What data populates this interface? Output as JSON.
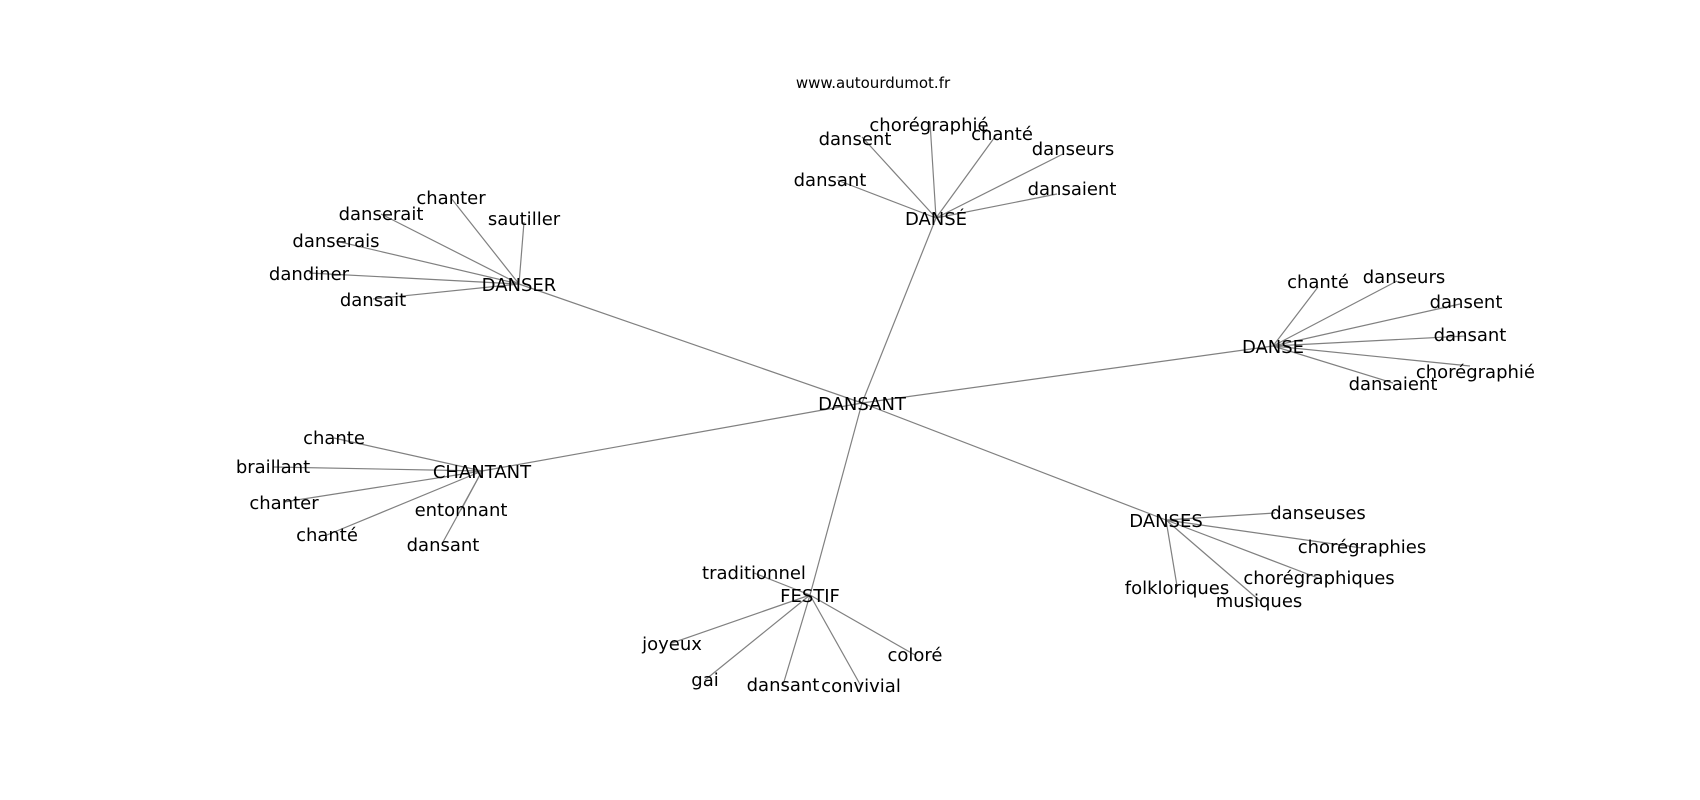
{
  "source": "www.autourdumot.fr",
  "edge_color": "#808080",
  "text_color": "#000000",
  "center": "DANSANT",
  "clusters": [
    {
      "hub": "DANSÉ",
      "leaves": [
        "dansant",
        "dansent",
        "chorégraphié",
        "chanté",
        "danseurs",
        "dansaient"
      ]
    },
    {
      "hub": "DANSER",
      "leaves": [
        "chanter",
        "danserait",
        "sautiller",
        "danserais",
        "dandiner",
        "dansait"
      ]
    },
    {
      "hub": "DANSE",
      "leaves": [
        "chanté",
        "danseurs",
        "dansent",
        "dansant",
        "chorégraphié",
        "dansaient"
      ]
    },
    {
      "hub": "CHANTANT",
      "leaves": [
        "chante",
        "braillant",
        "chanter",
        "chanté",
        "entonnant",
        "dansant"
      ]
    },
    {
      "hub": "DANSES",
      "leaves": [
        "danseuses",
        "chorégraphies",
        "chorégraphiques",
        "folkloriques",
        "musiques"
      ]
    },
    {
      "hub": "FESTIF",
      "leaves": [
        "traditionnel",
        "joyeux",
        "gai",
        "dansant",
        "convivial",
        "coloré"
      ]
    }
  ]
}
